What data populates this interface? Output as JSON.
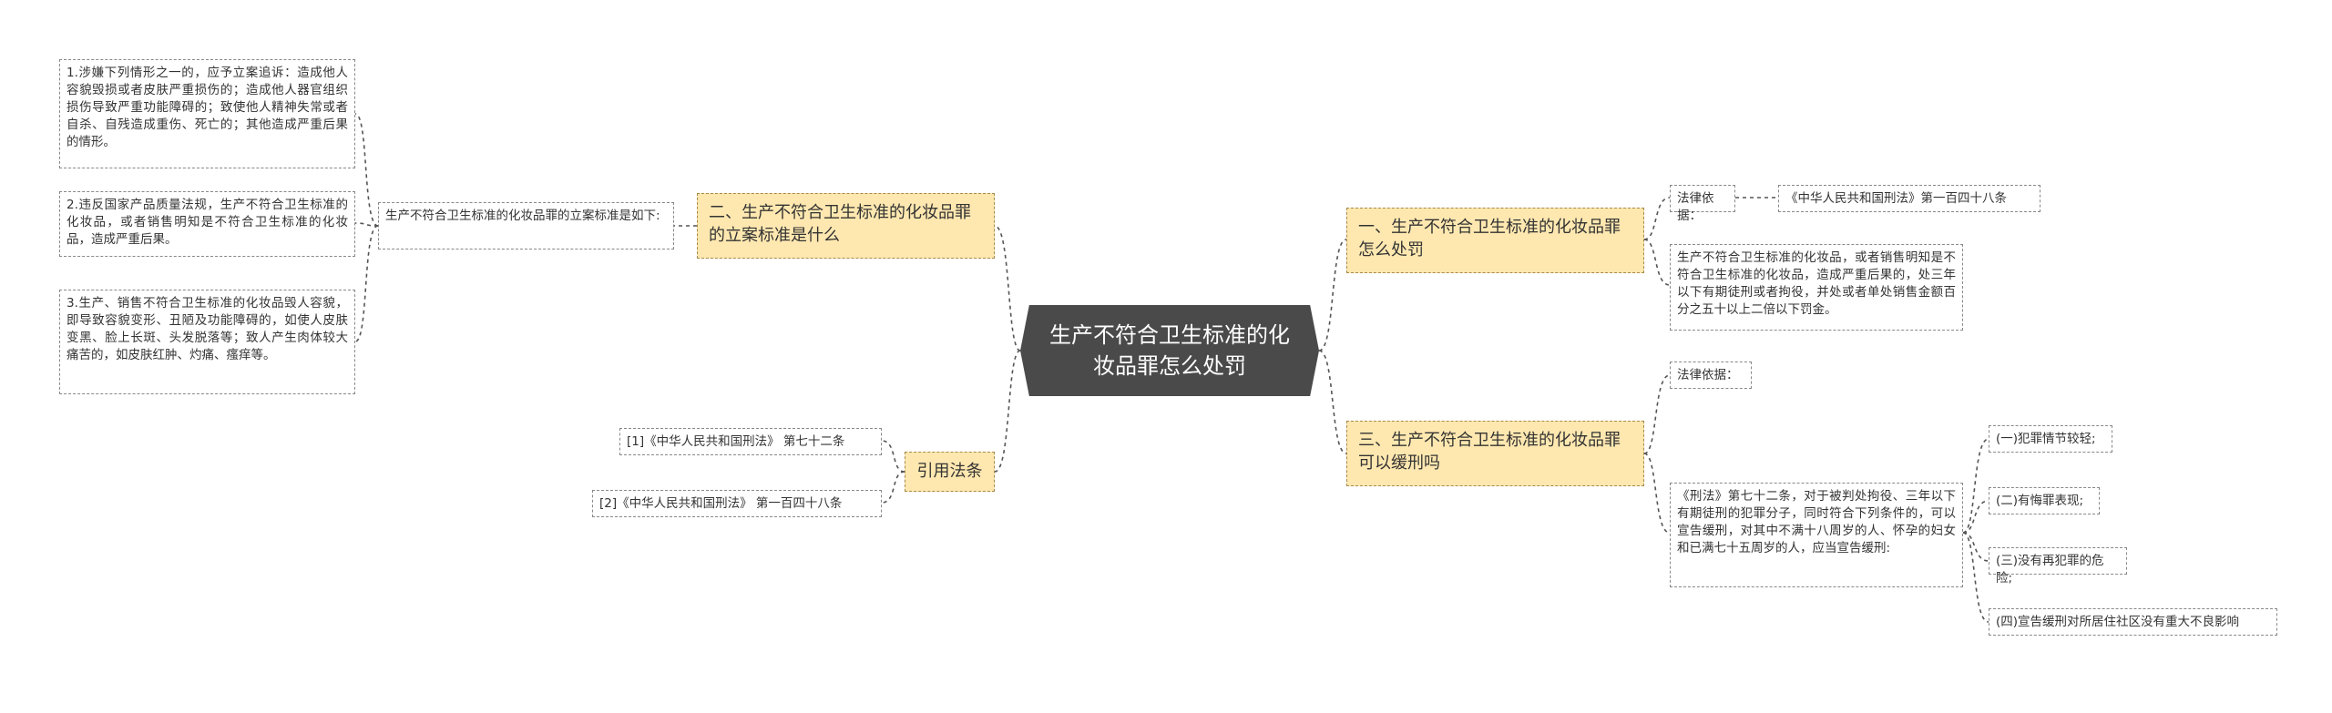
{
  "root": {
    "title": "生产不符合卫生标准的化妆品罪怎么处罚"
  },
  "left": {
    "branch_standard": {
      "label": "二、生产不符合卫生标准的化妆品罪的立案标准是什么",
      "intro": "生产不符合卫生标准的化妆品罪的立案标准是如下:",
      "items": [
        "1.涉嫌下列情形之一的，应予立案追诉：造成他人容貌毁损或者皮肤严重损伤的；造成他人器官组织损伤导致严重功能障碍的；致使他人精神失常或者自杀、自残造成重伤、死亡的；其他造成严重后果的情形。",
        "2.违反国家产品质量法规，生产不符合卫生标准的化妆品，或者销售明知是不符合卫生标准的化妆品，造成严重后果。",
        "3.生产、销售不符合卫生标准的化妆品毁人容貌，即导致容貌变形、丑陋及功能障碍的，如使人皮肤变黑、脸上长斑、头发脱落等；致人产生肉体较大痛苦的，如皮肤红肿、灼痛、瘙痒等。"
      ]
    },
    "branch_citations": {
      "label": "引用法条",
      "items": [
        "[1]《中华人民共和国刑法》 第七十二条",
        "[2]《中华人民共和国刑法》 第一百四十八条"
      ]
    }
  },
  "right": {
    "branch_punishment": {
      "label": "一、生产不符合卫生标准的化妆品罪怎么处罚",
      "basis_label": "法律依据：",
      "basis_ref": "《中华人民共和国刑法》第一百四十八条",
      "content": "生产不符合卫生标准的化妆品，或者销售明知是不符合卫生标准的化妆品，造成严重后果的，处三年以下有期徒刑或者拘役，并处或者单处销售金额百分之五十以上二倍以下罚金。"
    },
    "branch_probation": {
      "label": "三、生产不符合卫生标准的化妆品罪可以缓刑吗",
      "basis_label": "法律依据：",
      "content": "《刑法》第七十二条，对于被判处拘役、三年以下有期徒刑的犯罪分子，同时符合下列条件的，可以宣告缓刑，对其中不满十八周岁的人、怀孕的妇女和已满七十五周岁的人，应当宣告缓刑:",
      "conditions": [
        "(一)犯罪情节较轻;",
        "(二)有悔罪表现;",
        "(三)没有再犯罪的危险;",
        "(四)宣告缓刑对所居住社区没有重大不良影响"
      ]
    }
  },
  "colors": {
    "root_bg": "#4a4a4a",
    "branch_bg": "#ffe8b0",
    "line": "#555555"
  }
}
